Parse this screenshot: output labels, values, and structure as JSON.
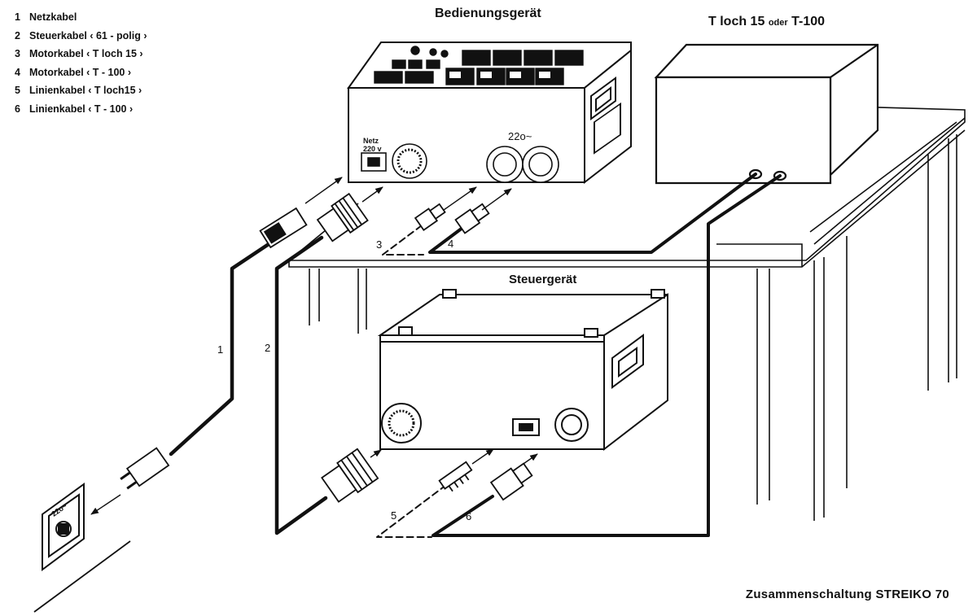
{
  "legend": [
    {
      "num": "1",
      "label": "Netzkabel"
    },
    {
      "num": "2",
      "label": "Steuerkabel ‹ 61 - polig ›"
    },
    {
      "num": "3",
      "label": "Motorkabel ‹ T loch 15 ›"
    },
    {
      "num": "4",
      "label": "Motorkabel ‹ T - 100 ›"
    },
    {
      "num": "5",
      "label": "Linienkabel ‹ T loch15 ›"
    },
    {
      "num": "6",
      "label": "Linienkabel ‹ T - 100 ›"
    }
  ],
  "titles": {
    "bedienungsgeraet": "Bedienungsgerät",
    "tloch_main": "T loch 15",
    "tloch_oder": "oder",
    "tloch_t100": "T-100",
    "steuergeraet": "Steuergerät"
  },
  "panel": {
    "netz": "Netz",
    "v220": "220 v",
    "v220_tilde": "22o~"
  },
  "wall_socket": "22o~",
  "cable_labels": {
    "c1": "1",
    "c2": "2",
    "c3": "3",
    "c4": "4",
    "c5": "5",
    "c6": "6"
  },
  "footer": "Zusammenschaltung  STREIKO  70",
  "colors": {
    "ink": "#111111",
    "paper": "#ffffff"
  }
}
